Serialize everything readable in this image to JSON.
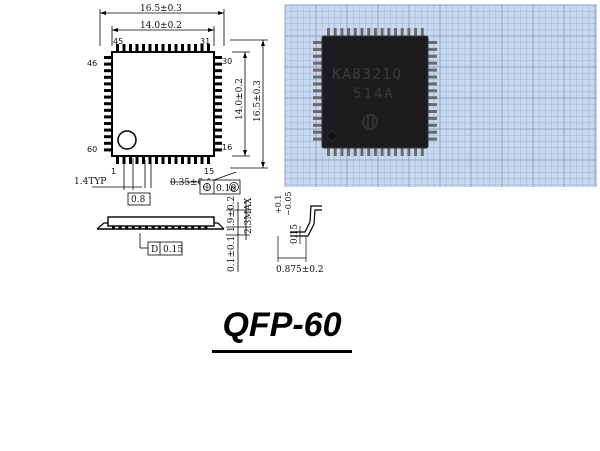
{
  "drawing": {
    "overall_width": "16.5±0.3",
    "body_width": "14.0±0.2",
    "body_height": "14.0±0.2",
    "overall_height": "16.5±0.3",
    "pin_pitch": "1.4TYP",
    "lead_width": "0.35±0.1",
    "tolerance_frame": "0.16",
    "tolerance_modifier": "M",
    "lead_box_width": "0.8",
    "standoff": "0.1±0.1",
    "body_thickness": "1.9±0.2",
    "max_height": "2.3MAX",
    "coplanarity_datum": "D",
    "coplanarity": "0.15",
    "lead_thickness": "0.15",
    "lead_thickness_tol_plus": "+0.1",
    "lead_thickness_tol_minus": "−0.05",
    "foot_length": "0.875±0.2",
    "pin_labels": {
      "top_left": "45",
      "top_right": "31",
      "right_top": "30",
      "right_bottom": "16",
      "left_top": "46",
      "left_bottom": "60",
      "bottom_left": "1",
      "bottom_right": "15"
    }
  },
  "photo": {
    "marking_line1": "KA8321Q",
    "marking_line2": "514A",
    "background_color": "#c8d8ee",
    "chip_color": "#1c1c1e"
  },
  "package_title": "QFP-60"
}
